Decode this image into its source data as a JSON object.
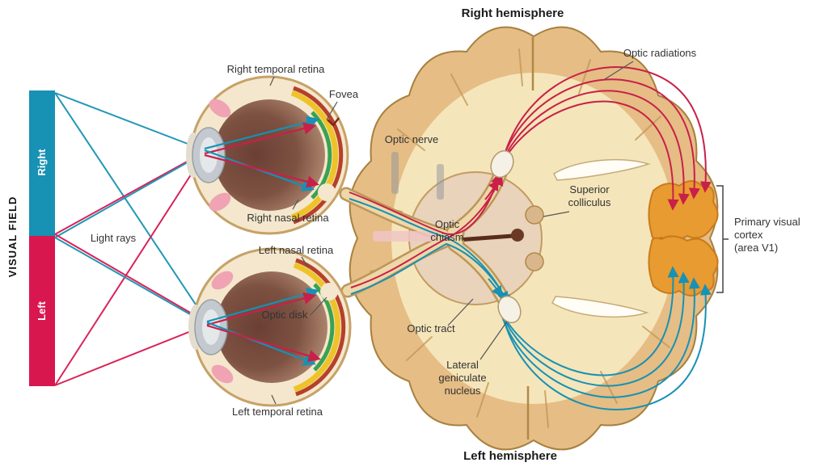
{
  "titles": {
    "right_hemisphere": "Right hemisphere",
    "left_hemisphere": "Left hemisphere"
  },
  "visual_field": {
    "label": "VISUAL FIELD",
    "right": "Right",
    "left": "Left"
  },
  "labels": {
    "right_temporal_retina": "Right temporal retina",
    "fovea": "Fovea",
    "optic_nerve": "Optic nerve",
    "optic_radiations": "Optic radiations",
    "superior_colliculus": "Superior\ncolliculus",
    "optic_chiasm": "Optic\nchiasm",
    "primary_visual_cortex": "Primary visual\ncortex\n(area V1)",
    "right_nasal_retina": "Right nasal retina",
    "left_nasal_retina": "Left nasal retina",
    "light_rays": "Light rays",
    "optic_disk": "Optic disk",
    "optic_tract": "Optic tract",
    "lateral_geniculate_nucleus": "Lateral\ngeniculate\nnucleus",
    "left_temporal_retina": "Left temporal retina"
  },
  "colors": {
    "right_field_teal": "#1791b4",
    "left_field_red": "#d8174f",
    "arrow_red": "#c82048",
    "arrow_teal": "#1791b4",
    "brain_outer": "#e5bd85",
    "brain_inner": "#f5e5ba",
    "v1_cortex_orange": "#e89b30",
    "eye_sclera": "#f4e7cd",
    "retina_yellow": "#eec32a",
    "retina_green": "#3aa251",
    "retina_red": "#b5402b"
  }
}
